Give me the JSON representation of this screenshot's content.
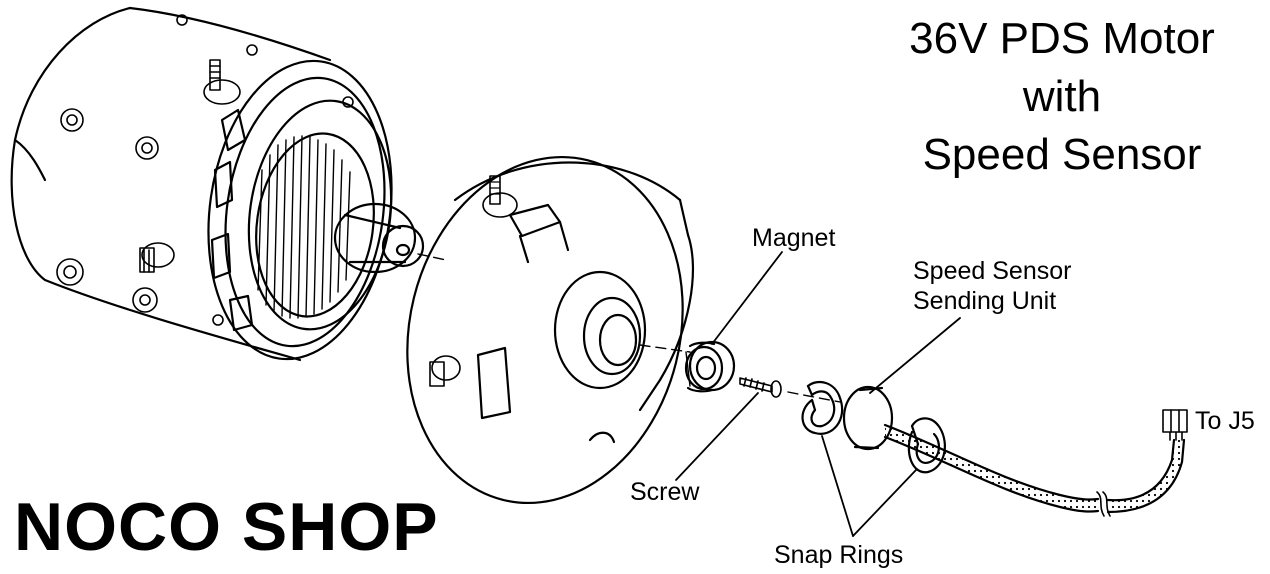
{
  "title": {
    "line1": "36V PDS Motor",
    "line2": "with",
    "line3": "Speed Sensor"
  },
  "labels": {
    "magnet": "Magnet",
    "speed_sensor_line1": "Speed Sensor",
    "speed_sensor_line2": "Sending Unit",
    "screw": "Screw",
    "snap_rings": "Snap Rings",
    "connector": "To J5"
  },
  "watermark": "NOCO SHOP"
}
